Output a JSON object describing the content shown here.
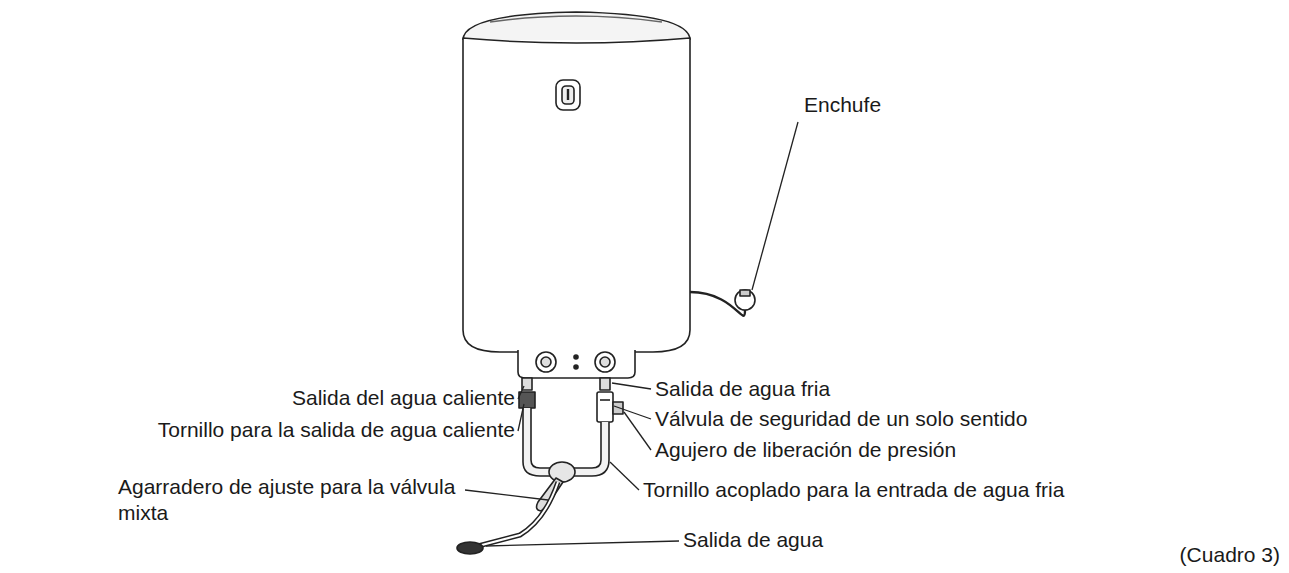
{
  "diagram": {
    "caption": "(Cuadro 3)",
    "labels": [
      "Enchufe",
      "Salida del agua caliente",
      "Tornillo para la salida de agua caliente",
      "Agarradero de ajuste para la válvula mixta",
      "Salida de agua fria",
      "Válvula de seguridad de un solo sentido",
      "Agujero de liberación de presión",
      "Tornillo acoplado para la entrada de agua fria",
      "Salida de agua"
    ]
  }
}
